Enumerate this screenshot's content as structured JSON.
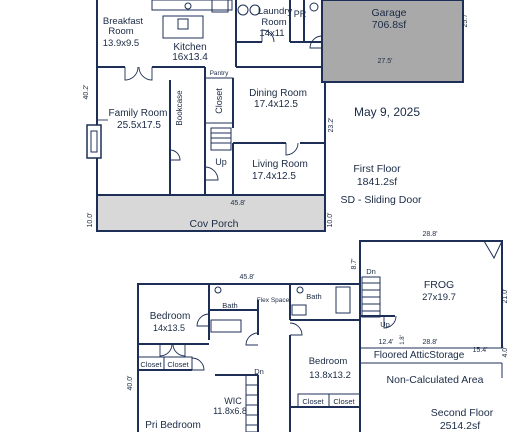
{
  "first_floor": {
    "rooms": {
      "breakfast": "Breakfast",
      "breakfast_word": "Room",
      "breakfast_dims": "13.9x9.5",
      "kitchen": "Kitchen",
      "kitchen_dims": "16x13.4",
      "laundry": "Laundry",
      "laundry_word": "Room",
      "laundry_dims": "14x11",
      "powder": "PR",
      "garage": "Garage",
      "garage_area": "706.8sf",
      "pantry": "Pantry",
      "closet": "Closet",
      "bookcase": "Bookcase",
      "dining": "Dining Room",
      "dining_dims": "17.4x12.5",
      "family": "Family Room",
      "family_dims": "25.5x17.5",
      "living": "Living Room",
      "living_dims": "17.4x12.5",
      "up": "Up",
      "porch": "Cov Porch"
    },
    "dimensions": {
      "left": "40.2'",
      "garage_side": "25.7'",
      "garage_bottom": "27.5'",
      "right": "23.2'",
      "bottom": "45.8'",
      "porch_left": "10.0'",
      "porch_right": "10.0'"
    },
    "info": {
      "date": "May 9, 2025",
      "floor_label": "First Floor",
      "area": "1841.2sf",
      "note": "SD - Sliding Door"
    }
  },
  "second_floor": {
    "rooms": {
      "bedroom_left": "Bedroom",
      "bedroom_left_dims": "14x13.5",
      "bath1": "Bath",
      "flex": "Flex Space",
      "bath2": "Bath",
      "bedroom_center": "Bedroom",
      "bedroom_center_dims": "13.8x13.2",
      "closet_a": "Closet",
      "closet_b": "Closet",
      "closet_c": "Closet",
      "closet_d": "Closet",
      "wic": "WIC",
      "wic_dims": "11.8x6.8",
      "pri_bedroom": "Pri Bedroom",
      "frog": "FROG",
      "frog_dims": "27x19.7",
      "down": "Dn",
      "down_lower": "Dn",
      "up": "Up",
      "attic": "Floored AtticStorage"
    },
    "dimensions": {
      "top": "45.8'",
      "frog_top": "28.8'",
      "frog_left": "8.7'",
      "frog_right": "21.0'",
      "frog_bottom": "28.8'",
      "attic_a": "12.4'",
      "attic_b": "15.4'",
      "attic_c": "1.8'",
      "attic_right": "4.0'",
      "left": "40.0'"
    },
    "info": {
      "non_calc": "Non-Calculated Area",
      "floor_label": "Second Floor",
      "area": "2514.2sf"
    }
  }
}
